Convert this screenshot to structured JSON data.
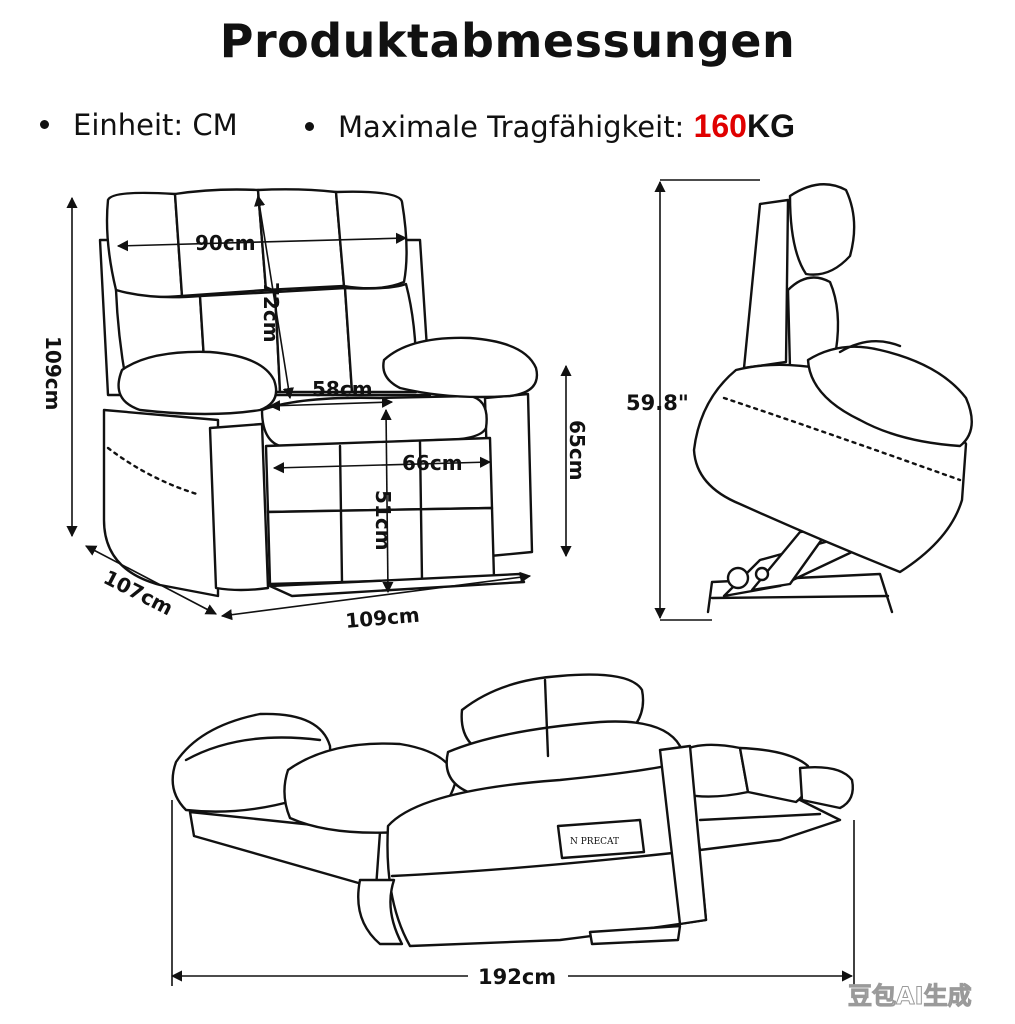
{
  "header": {
    "title": "Produktabmessungen"
  },
  "specs": {
    "unit_label": "Einheit: CM",
    "load_label": "Maximale Tragfähigkeit:",
    "load_value": "160",
    "load_unit": "KG"
  },
  "dimensions": {
    "seat_back_width": "90cm",
    "back_height": "72cm",
    "seat_depth": "58cm",
    "seat_width": "66cm",
    "seat_height": "51cm",
    "arm_height": "65cm",
    "total_height": "109cm",
    "total_width": "109cm",
    "total_depth": "107cm",
    "lifted_height": "59.8\"",
    "reclined_length": "192cm"
  },
  "plate_text": "N PRECAT",
  "watermark": "豆包AI生成",
  "colors": {
    "load_value": "#e00000",
    "ink": "#111111"
  }
}
